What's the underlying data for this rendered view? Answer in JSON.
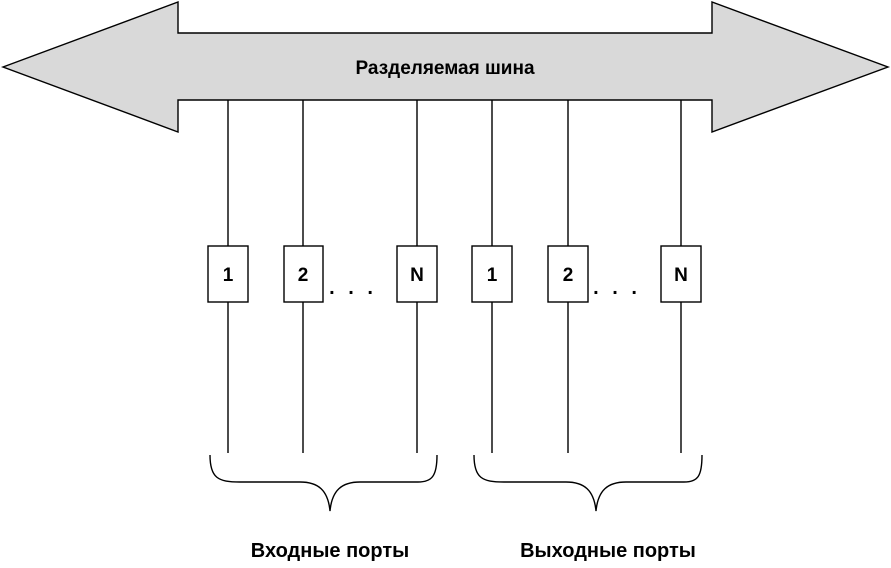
{
  "bus": {
    "label": "Разделяемая шина",
    "fill_color": "#d9d9d9"
  },
  "input_ports": {
    "group_label": "Входные порты",
    "ports": [
      "1",
      "2",
      "N"
    ],
    "ellipsis": ". . ."
  },
  "output_ports": {
    "group_label": "Выходные порты",
    "ports": [
      "1",
      "2",
      "N"
    ],
    "ellipsis": ". . ."
  }
}
